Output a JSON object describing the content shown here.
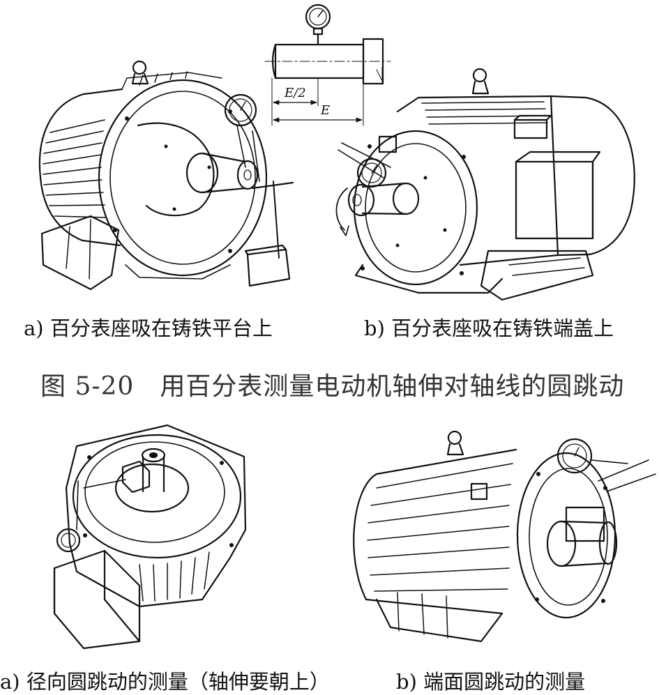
{
  "figure": {
    "title": "图 5-20　用百分表测量电动机轴伸对轴线的圆跳动",
    "top_left_caption": "a) 百分表座吸在铸铁平台上",
    "top_right_caption": "b) 百分表座吸在铸铁端盖上",
    "bottom_left_caption": "a) 径向圆跳动的测量（轴伸要朝上）",
    "bottom_right_caption": "b) 端面圆跳动的测量",
    "dimension_labels": {
      "half": "E/2",
      "full": "E"
    }
  }
}
